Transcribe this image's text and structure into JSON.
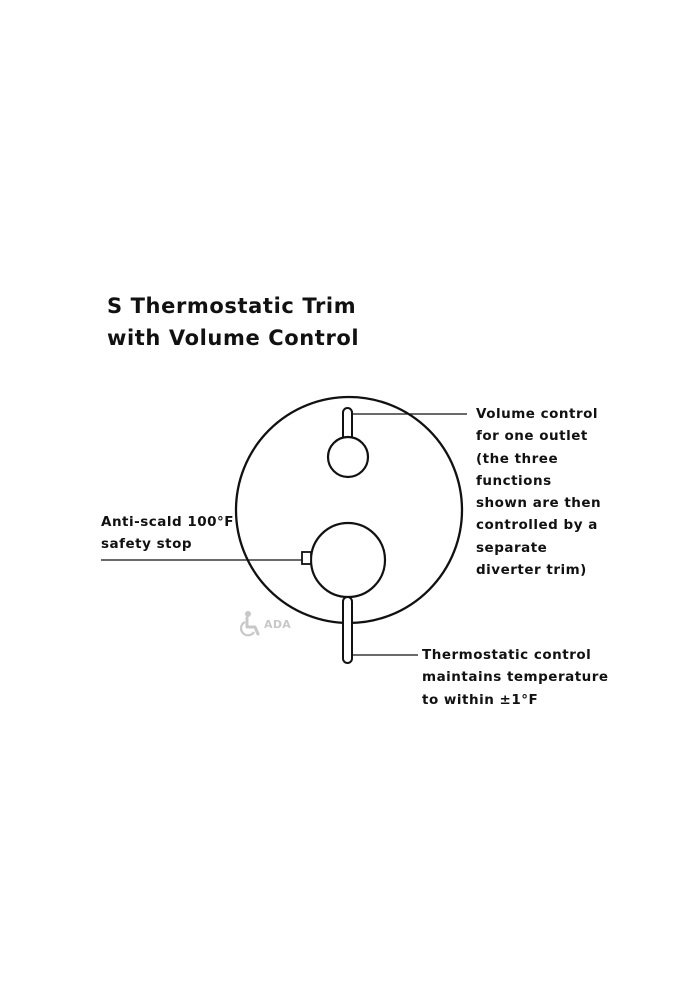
{
  "title": {
    "line1": "S Thermostatic Trim",
    "line2": "with Volume Control"
  },
  "callouts": {
    "volume": {
      "lines": [
        "Volume control",
        "for one outlet",
        "(the three",
        "functions",
        "shown are then",
        "controlled by a",
        "separate",
        "diverter trim)"
      ]
    },
    "antiscald": {
      "lines": [
        "Anti-scald 100°F",
        "safety stop"
      ]
    },
    "thermostatic": {
      "lines": [
        "Thermostatic control",
        "maintains temperature",
        "to within ±1°F"
      ]
    }
  },
  "badge": {
    "text": "ADA",
    "icon": "wheelchair-icon",
    "color": "#c8c8c8"
  },
  "colors": {
    "line": "#111111",
    "background": "#ffffff"
  }
}
